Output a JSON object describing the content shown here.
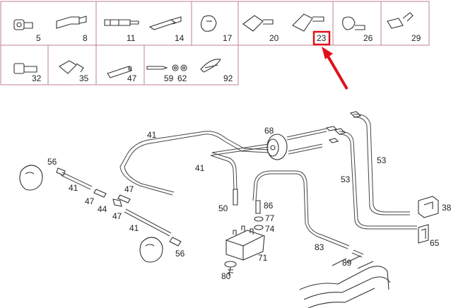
{
  "legend": {
    "row1": [
      "5",
      "8",
      "11",
      "14",
      "17",
      "20",
      "23",
      "26",
      "29"
    ],
    "row2": [
      "32",
      "35",
      "47",
      "59",
      "62",
      "92"
    ]
  },
  "highlight": {
    "label": "23",
    "color": "#e0101a"
  },
  "callouts": {
    "c41a": "41",
    "c68": "68",
    "c53a": "53",
    "c53b": "53",
    "c56a": "56",
    "c41b": "41",
    "c41c": "41",
    "c47a": "47",
    "c47b": "47",
    "c44": "44",
    "c47c": "47",
    "c41d": "41",
    "c50": "50",
    "c86": "86",
    "c77": "77",
    "c74": "74",
    "c71": "71",
    "c80": "80",
    "c56b": "56",
    "c83": "83",
    "c89": "89",
    "c38": "38",
    "c65": "65"
  },
  "colors": {
    "cell_border": "#c0828f",
    "line": "#333333",
    "arrow": "#e0101a"
  }
}
